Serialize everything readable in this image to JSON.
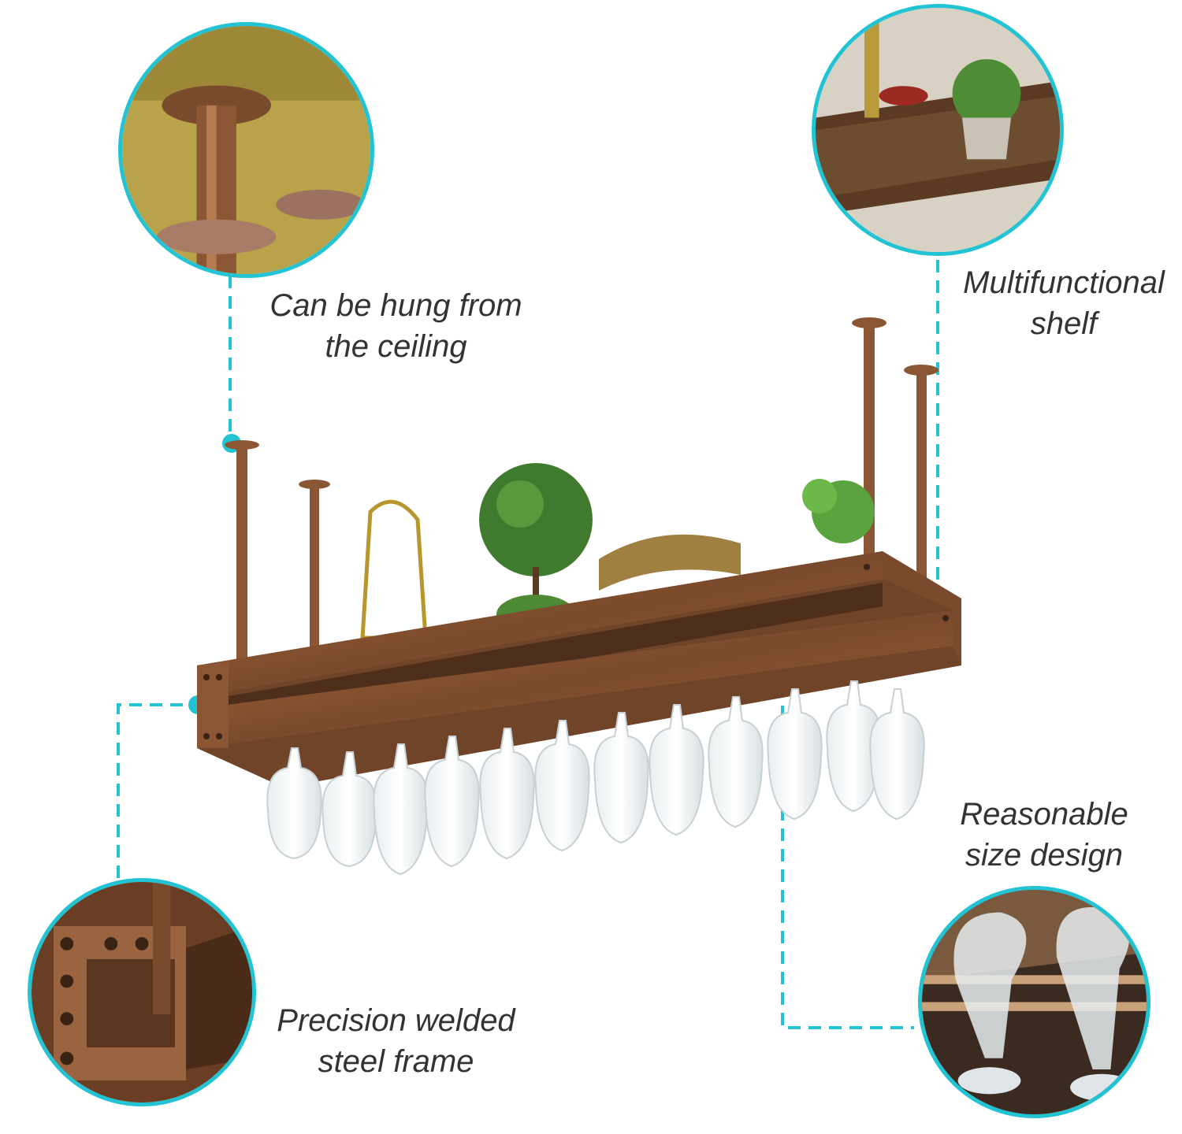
{
  "captions": {
    "ceiling": {
      "line1": "Can be hung from",
      "line2": "the ceiling"
    },
    "shelf": {
      "line1": "Multifunctional",
      "line2": "shelf"
    },
    "size": {
      "line1": "Reasonable",
      "line2": "size design"
    },
    "frame": {
      "line1": "Precision welded",
      "line2": "steel frame"
    }
  },
  "colors": {
    "accent": "#22c3d3",
    "copper": "#8a5634",
    "copper_dark": "#5a3420",
    "text": "#333333"
  },
  "icons": {
    "ceiling_detail": "ceiling-mount-photo",
    "shelf_detail": "shelf-top-photo",
    "frame_detail": "welded-frame-photo",
    "size_detail": "glass-holder-photo"
  }
}
